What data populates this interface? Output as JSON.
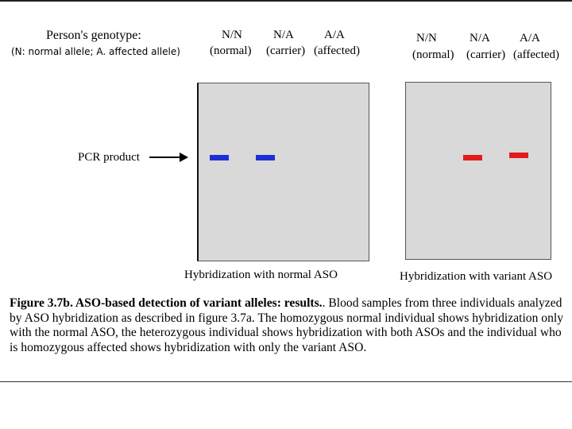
{
  "legend": {
    "genotype_title": "Person's genotype:",
    "genotype_key": "(N: normal allele; A. affected allele)",
    "pcr_label": "PCR product"
  },
  "left_columns": [
    {
      "code": "N/N",
      "desc": "(normal)"
    },
    {
      "code": "N/A",
      "desc": "(carrier)"
    },
    {
      "code": "A/A",
      "desc": "(affected)"
    }
  ],
  "right_columns": [
    {
      "code": "N/N",
      "desc": "(normal)"
    },
    {
      "code": "N/A",
      "desc": "(carrier)"
    },
    {
      "code": "A/A",
      "desc": "(affected)"
    }
  ],
  "panels": {
    "left_caption": "Hybridization with normal ASO",
    "right_caption": "Hybridization with variant ASO",
    "left_band_color": "#1f2fd6",
    "right_band_color": "#e41b1b",
    "panel_color": "#d9d9d9",
    "left_bands": {
      "normal": true,
      "carrier": true,
      "affected": false
    },
    "right_bands": {
      "normal": false,
      "carrier": true,
      "affected": true
    }
  },
  "figure": {
    "heading": "Figure 3.7b.  ASO-based detection of variant alleles: results.",
    "body": ".  Blood samples from three individuals analyzed by ASO hybridization as described in figure 3.7a.  The homozygous normal individual shows hybridization only with the normal ASO, the heterozygous individual shows hybridization with both ASOs and the individual who is homozygous affected shows hybridization with only the variant ASO."
  }
}
